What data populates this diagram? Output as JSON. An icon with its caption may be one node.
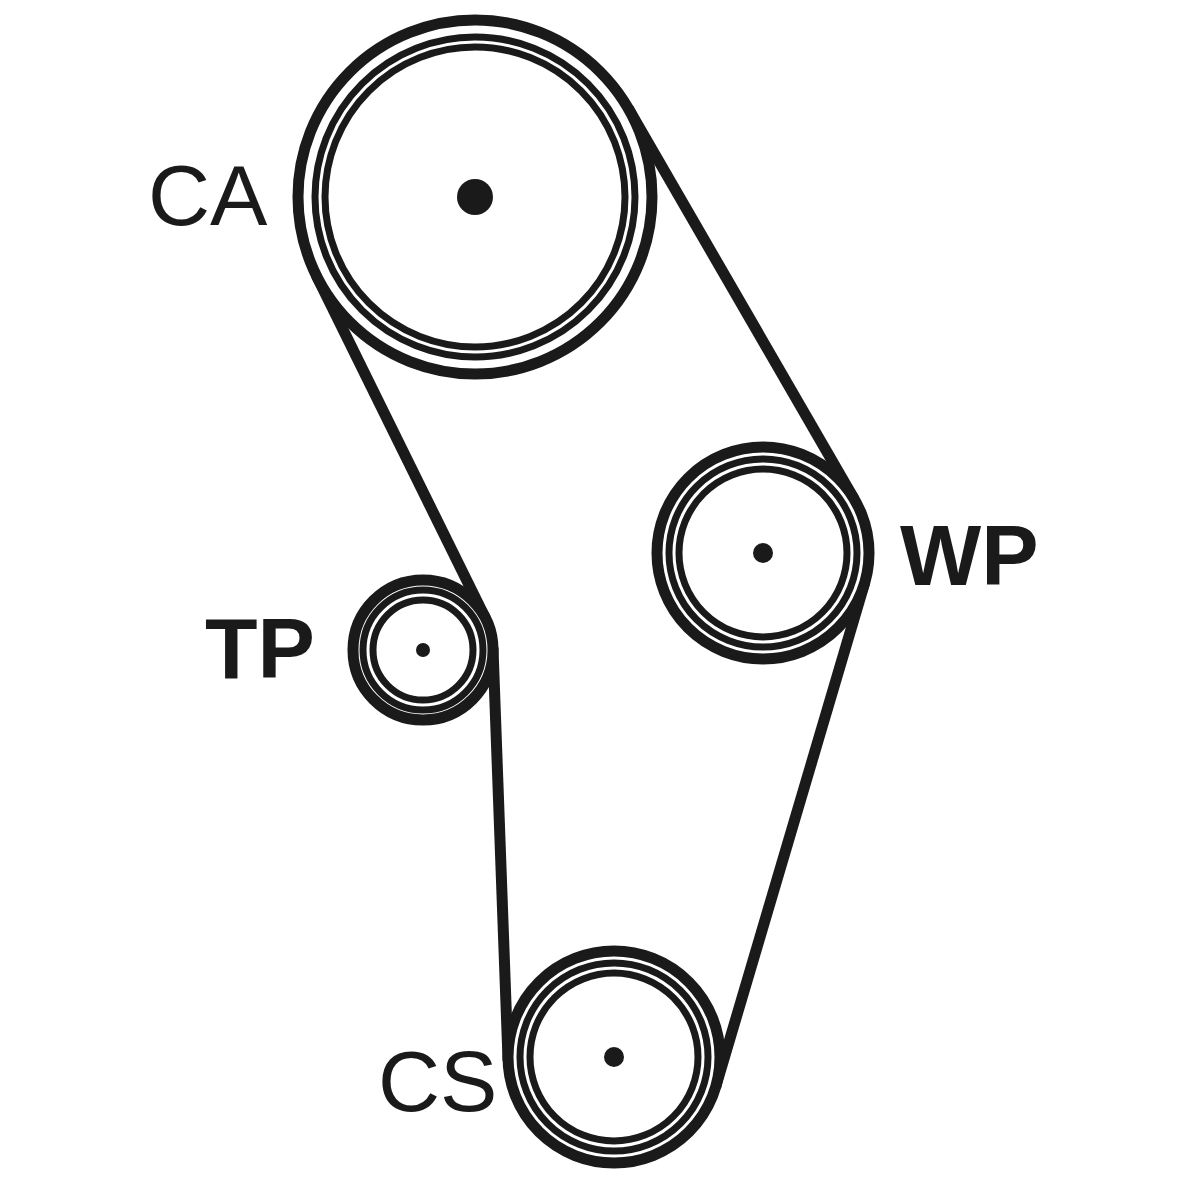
{
  "diagram": {
    "nodes": [
      {
        "text": [
          "CA"
        ]
      },
      {
        "text": [
          "WP"
        ]
      },
      {
        "text": [
          "TP"
        ]
      },
      {
        "text": [
          "CS"
        ]
      }
    ],
    "edges": [
      {
        "from": 0,
        "to": 1,
        "arrow": "none"
      },
      {
        "from": 1,
        "to": 3,
        "arrow": "none"
      },
      {
        "from": 3,
        "to": 2,
        "arrow": "none"
      },
      {
        "from": 2,
        "to": 0,
        "arrow": "none"
      }
    ]
  }
}
